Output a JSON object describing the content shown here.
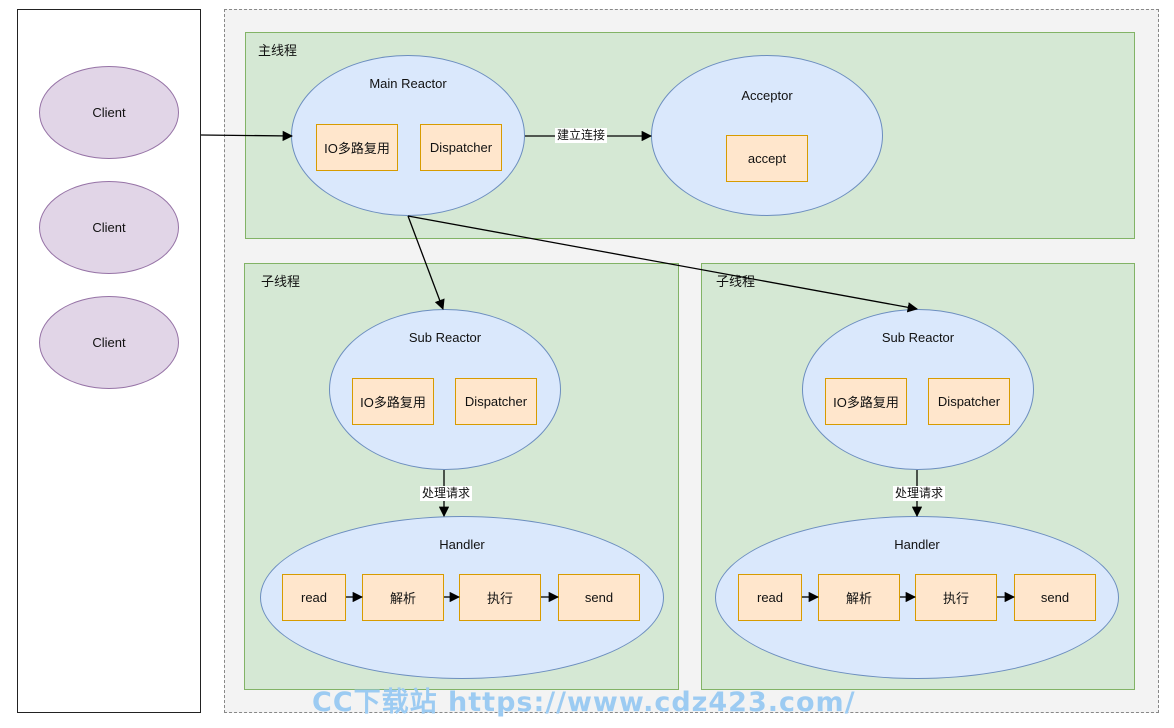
{
  "clients": [
    "Client",
    "Client",
    "Client"
  ],
  "main_thread": {
    "label": "主线程",
    "main_reactor": {
      "title": "Main Reactor",
      "io": "IO多路复用",
      "dispatcher": "Dispatcher"
    },
    "connect_label": "建立连接",
    "acceptor": {
      "title": "Acceptor",
      "accept": "accept"
    }
  },
  "sub_threads": [
    {
      "label": "子线程",
      "sub_reactor": {
        "title": "Sub Reactor",
        "io": "IO多路复用",
        "dispatcher": "Dispatcher"
      },
      "request_label": "处理请求",
      "handler": {
        "title": "Handler",
        "steps": [
          "read",
          "解析",
          "执行",
          "send"
        ]
      }
    },
    {
      "label": "子线程",
      "sub_reactor": {
        "title": "Sub Reactor",
        "io": "IO多路复用",
        "dispatcher": "Dispatcher"
      },
      "request_label": "处理请求",
      "handler": {
        "title": "Handler",
        "steps": [
          "read",
          "解析",
          "执行",
          "send"
        ]
      }
    }
  ],
  "watermark": "CC下载站 https://www.cdz423.com/"
}
